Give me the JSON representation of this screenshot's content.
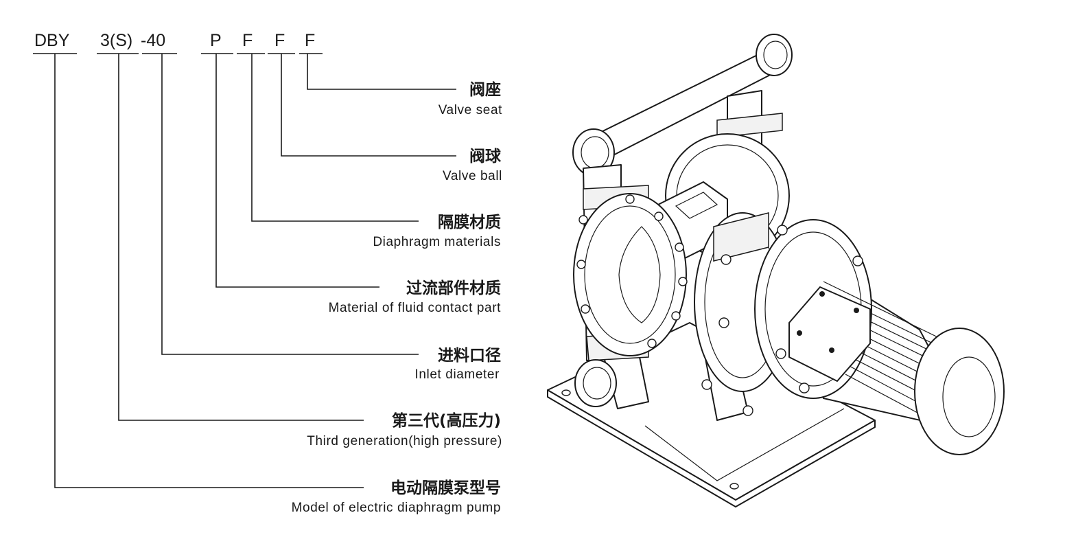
{
  "model_code": {
    "segments": [
      "DBY",
      "3(S)",
      "-40",
      "P",
      "F",
      "F",
      "F"
    ]
  },
  "callouts": [
    {
      "cn": "阀座",
      "en": "Valve seat"
    },
    {
      "cn": "阀球",
      "en": "Valve ball"
    },
    {
      "cn": "隔膜材质",
      "en": "Diaphragm materials"
    },
    {
      "cn": "过流部件材质",
      "en": "Material of fluid contact part"
    },
    {
      "cn": "进料口径",
      "en": "Inlet diameter"
    },
    {
      "cn": "第三代(高压力)",
      "en": "Third generation(high pressure)"
    },
    {
      "cn": "电动隔膜泵型号",
      "en": "Model of electric diaphragm pump"
    }
  ],
  "illustration": {
    "icon": "electric-diaphragm-pump-illustration"
  }
}
